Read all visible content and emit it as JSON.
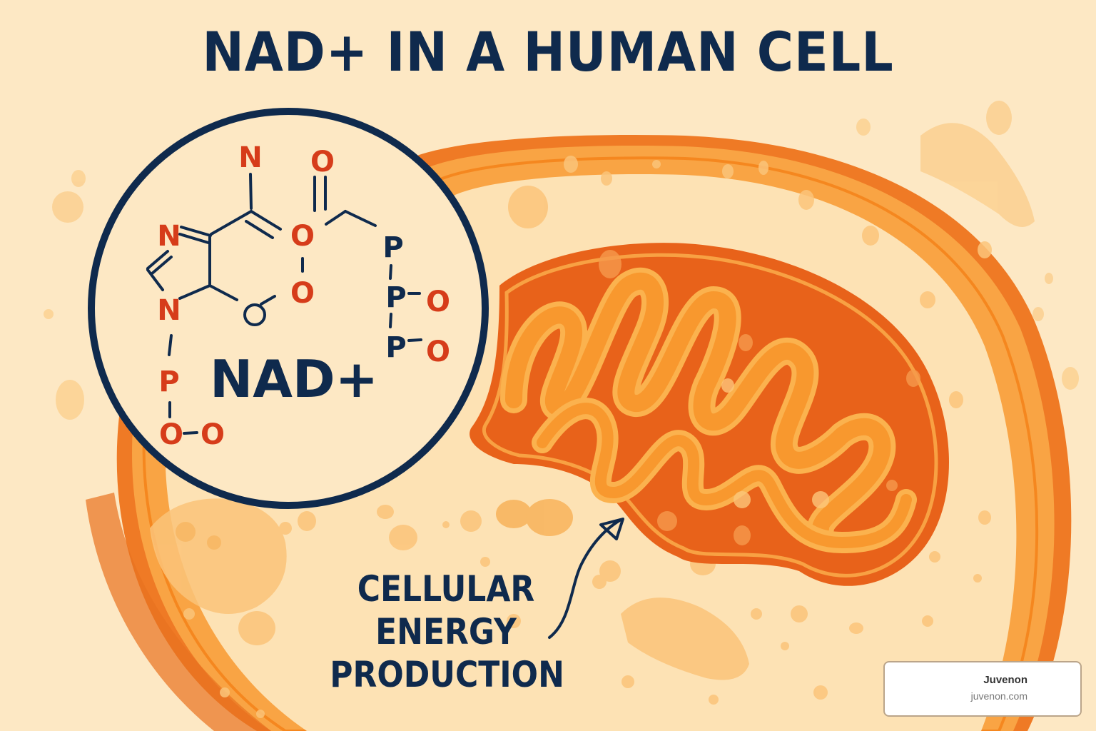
{
  "title": "NAD+ IN A HUMAN CELL",
  "molecule": {
    "label": "NAD+",
    "atoms": {
      "n_top": "N",
      "n_ring_top": "N",
      "n_ring_bottom": "N",
      "o_ring": "O",
      "o_mid_1": "O",
      "o_mid_2": "O",
      "o_top_right": "O",
      "p_left": "P",
      "o_bottom_1": "O",
      "o_bottom_2": "O",
      "p_right_1": "P",
      "p_right_2": "P",
      "o_right_1": "O",
      "p_right_3": "P",
      "o_right_2": "O"
    }
  },
  "caption": {
    "line1": "CELLULAR",
    "line2": "ENERGY",
    "line3": "PRODUCTION"
  },
  "watermark": {
    "name": "Juvenon",
    "url": "juvenon.com"
  },
  "colors": {
    "background": "#fde8c4",
    "navy": "#0f2a4d",
    "atom_red": "#d63c1a",
    "cell_outer": "#f59a3c",
    "cell_inner": "#fcd8a0",
    "mito_dark": "#e8621a",
    "mito_light": "#fbb24e"
  }
}
